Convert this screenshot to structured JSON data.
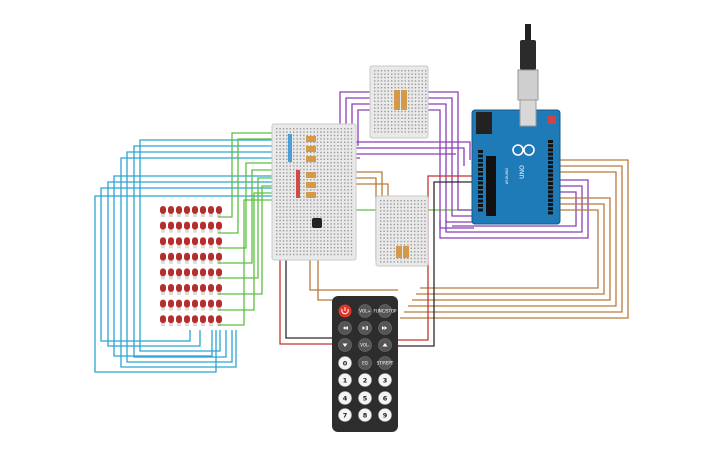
{
  "canvas": {
    "background": "#ffffff"
  },
  "colors": {
    "wire_blue": "#2aa3d4",
    "wire_green": "#5cc041",
    "wire_purple": "#8c3fb3",
    "wire_brown": "#b87a3c",
    "wire_red": "#c8322f",
    "wire_black": "#2b2b2b",
    "led": "#b52e2e",
    "arduino": "#1f7ab8",
    "breadboard": "#e6e6e6",
    "remote": "#2d2d2d",
    "remote_power": "#e0352b"
  },
  "led_matrix": {
    "rows": 8,
    "cols": 8
  },
  "arduino": {
    "brand_icon": "infinity-logo-icon",
    "model": "UNO",
    "name": "ARDUINO"
  },
  "remote": {
    "power_icon": "power-icon",
    "buttons": [
      {
        "label": "VOL+",
        "icon": ""
      },
      {
        "label": "FUNC/STOP",
        "icon": ""
      },
      {
        "label": "",
        "icon": "rewind-icon"
      },
      {
        "label": "",
        "icon": "play-pause-icon"
      },
      {
        "label": "",
        "icon": "fast-forward-icon"
      },
      {
        "label": "",
        "icon": "down-arrow-icon"
      },
      {
        "label": "VOL-",
        "icon": ""
      },
      {
        "label": "",
        "icon": "up-arrow-icon"
      },
      {
        "label": "0",
        "icon": ""
      },
      {
        "label": "EQ",
        "icon": ""
      },
      {
        "label": "ST/REPT",
        "icon": ""
      },
      {
        "label": "1",
        "icon": ""
      },
      {
        "label": "2",
        "icon": ""
      },
      {
        "label": "3",
        "icon": ""
      },
      {
        "label": "4",
        "icon": ""
      },
      {
        "label": "5",
        "icon": ""
      },
      {
        "label": "6",
        "icon": ""
      },
      {
        "label": "7",
        "icon": ""
      },
      {
        "label": "8",
        "icon": ""
      },
      {
        "label": "9",
        "icon": ""
      }
    ]
  }
}
